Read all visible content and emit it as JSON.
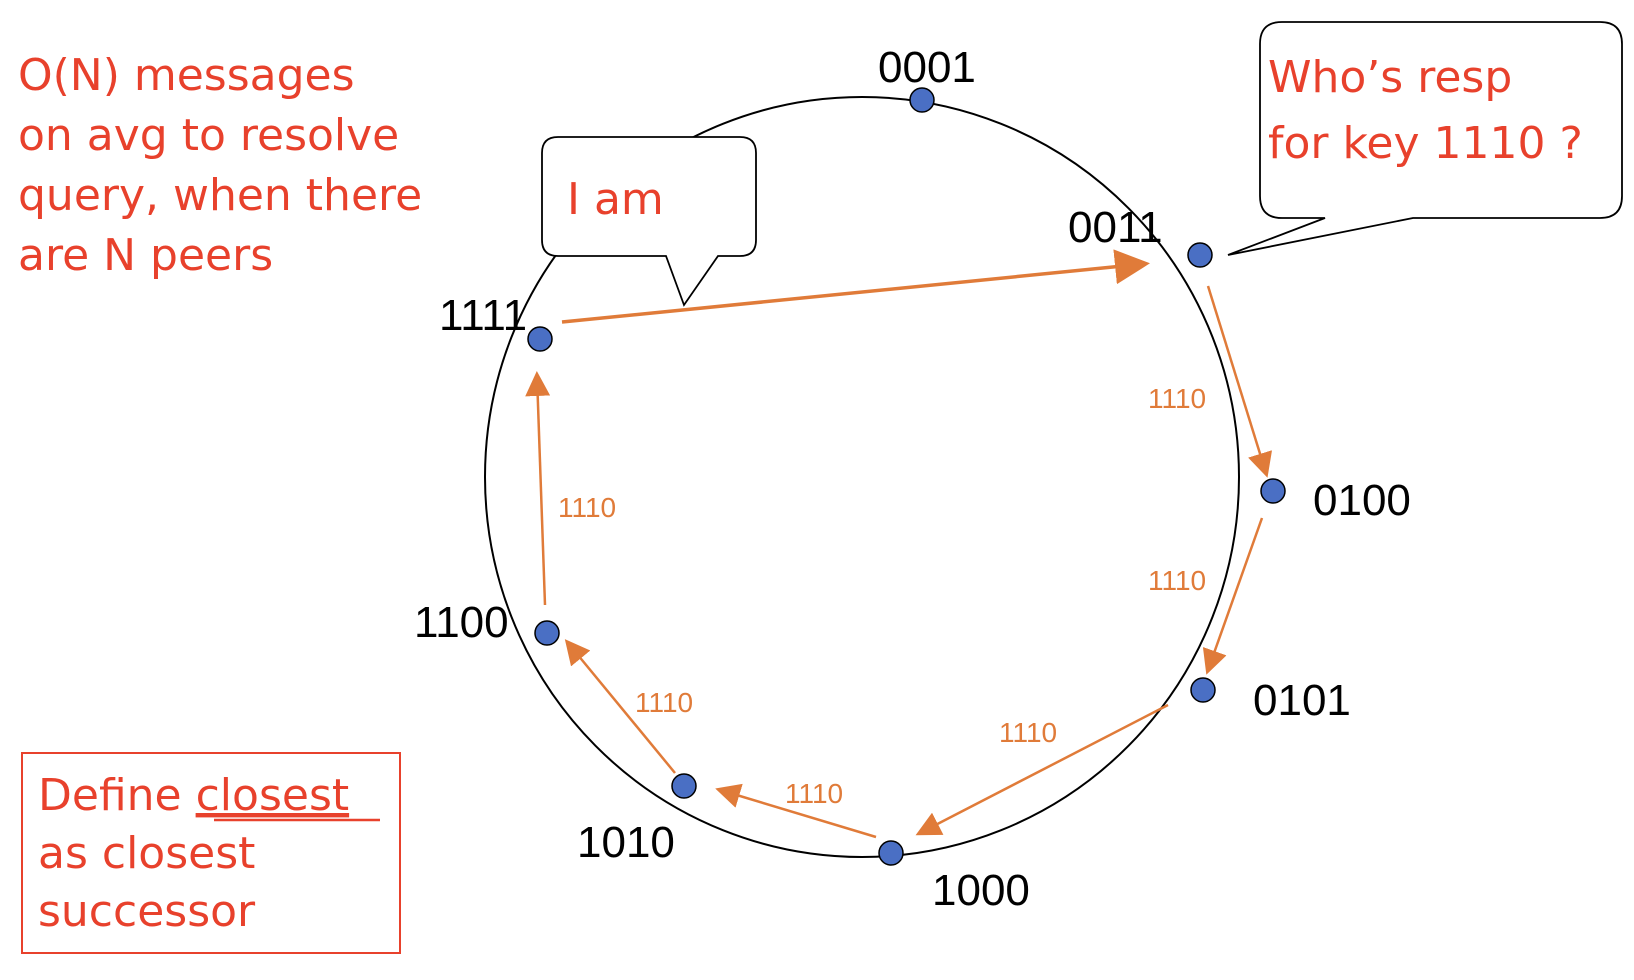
{
  "notes": {
    "complexity": [
      "O(N) messages",
      "on avg to resolve",
      "query, when there",
      "are N peers"
    ],
    "define_prefix": "Define ",
    "define_underlined": "closest",
    "define_rest": [
      "as closest",
      "successor"
    ]
  },
  "bubbles": {
    "query": [
      "Who’s resp",
      "for key 1110 ?"
    ],
    "reply": "I am"
  },
  "nodes": [
    {
      "id": "0001",
      "label": "0001"
    },
    {
      "id": "0011",
      "label": "0011"
    },
    {
      "id": "0100",
      "label": "0100"
    },
    {
      "id": "0101",
      "label": "0101"
    },
    {
      "id": "1000",
      "label": "1000"
    },
    {
      "id": "1010",
      "label": "1010"
    },
    {
      "id": "1100",
      "label": "1100"
    },
    {
      "id": "1111",
      "label": "1111"
    }
  ],
  "messages": [
    {
      "from": "0011",
      "to": "0100",
      "label": "1110"
    },
    {
      "from": "0100",
      "to": "0101",
      "label": "1110"
    },
    {
      "from": "0101",
      "to": "1000",
      "label": "1110"
    },
    {
      "from": "1000",
      "to": "1010",
      "label": "1110"
    },
    {
      "from": "1010",
      "to": "1100",
      "label": "1110"
    },
    {
      "from": "1100",
      "to": "1111",
      "label": "1110"
    }
  ],
  "reply_link": {
    "from": "1111",
    "to": "0011"
  },
  "colors": {
    "note": "#e8412c",
    "arrow": "#e07b39",
    "node": "#4a6fc4",
    "ring": "#000000"
  }
}
